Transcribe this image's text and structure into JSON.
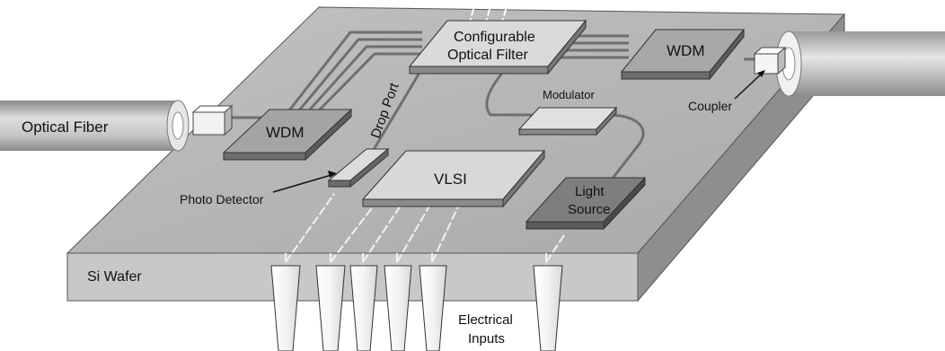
{
  "labels": {
    "optical_fiber": "Optical Fiber",
    "wdm_left": "WDM",
    "wdm_right": "WDM",
    "filter_line1": "Configurable",
    "filter_line2": "Optical Filter",
    "modulator": "Modulator",
    "coupler": "Coupler",
    "drop_port": "Drop Port",
    "vlsi": "VLSI",
    "light_line1": "Light",
    "light_line2": "Source",
    "photo_detector": "Photo Detector",
    "si_wafer": "Si Wafer",
    "inputs_line1": "Electrical",
    "inputs_line2": "Inputs"
  },
  "colors": {
    "wafer_top": "#b4b4b4",
    "wafer_front": "#c6c6c6",
    "wafer_side": "#8f8f8f",
    "block_light": "#dcdcdc",
    "block_mid": "#a6a6a6",
    "block_dark": "#7a7a7a",
    "waveguide": "#7d7d7d",
    "fiber": "#c0c0c0"
  }
}
